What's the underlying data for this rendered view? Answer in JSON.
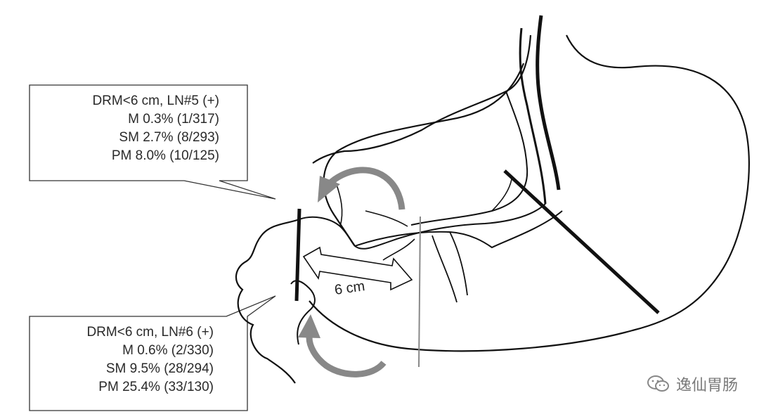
{
  "callout_top": {
    "lines": [
      "DRM<6 cm, LN#5 (+)",
      "M 0.3% (1/317)",
      "SM 2.7% (8/293)",
      "PM 8.0% (10/125)"
    ]
  },
  "callout_bottom": {
    "lines": [
      "DRM<6 cm, LN#6 (+)",
      "M 0.6% (2/330)",
      "SM 9.5% (28/294)",
      "PM 25.4% (33/130)"
    ]
  },
  "distance_label": "6 cm",
  "watermark": {
    "text": "逸仙胃肠",
    "icon": "wechat-icon"
  },
  "colors": {
    "line": "#111111",
    "arrow_gray": "#808080",
    "box_border": "#333333"
  }
}
